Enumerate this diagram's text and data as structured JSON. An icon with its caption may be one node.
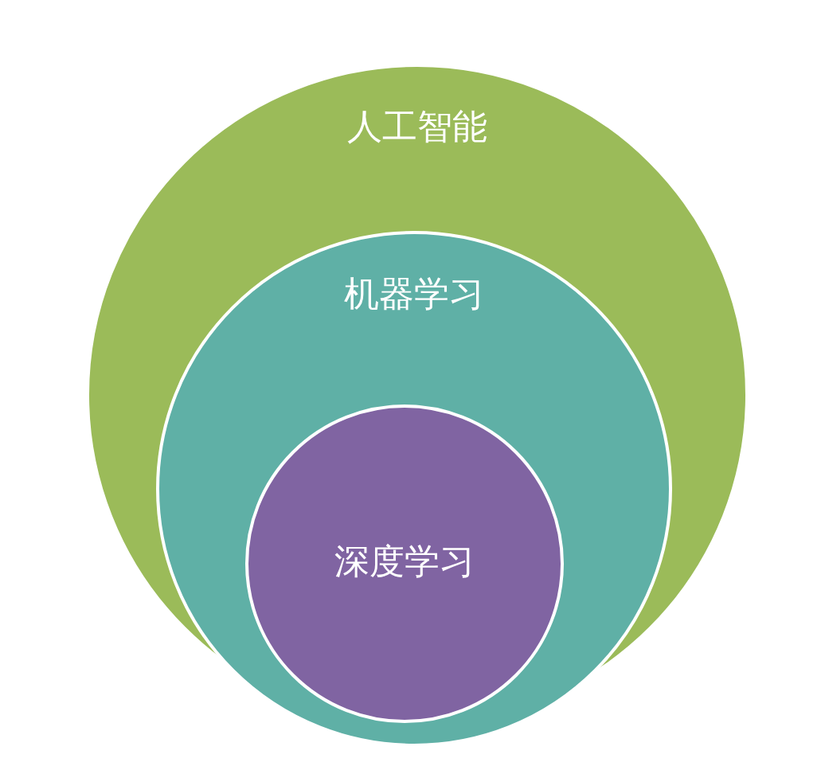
{
  "diagram": {
    "nodes": [
      {
        "text": [
          "人工智能"
        ]
      },
      {
        "text": [
          "机器学习"
        ],
        "in": 0
      },
      {
        "text": [
          "深度学习"
        ],
        "in": 1
      }
    ]
  }
}
